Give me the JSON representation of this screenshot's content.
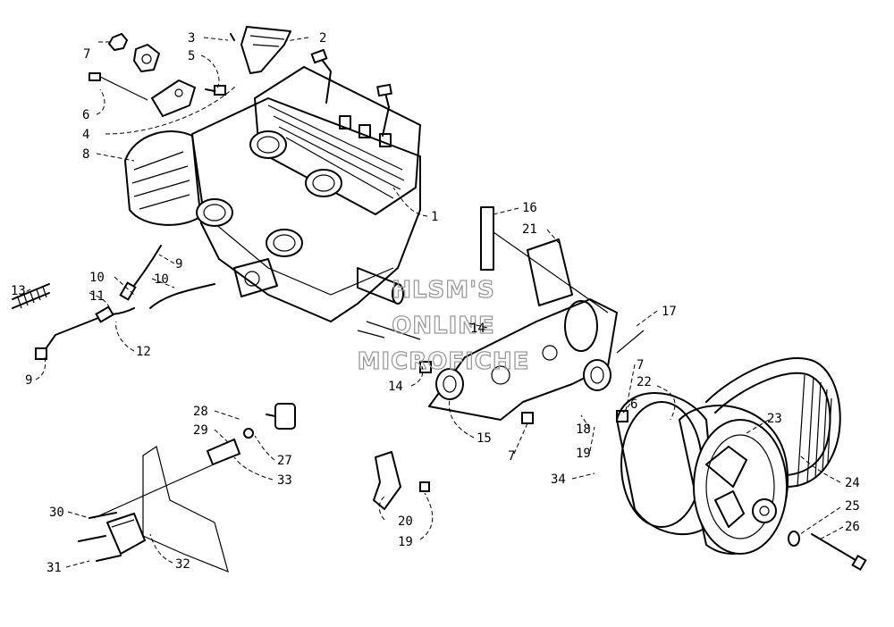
{
  "watermark": {
    "lines": [
      "HLSM'S",
      "ONLINE",
      "MICROFICHE"
    ]
  },
  "callouts": [
    {
      "id": "1",
      "label": "1"
    },
    {
      "id": "2",
      "label": "2"
    },
    {
      "id": "3",
      "label": "3"
    },
    {
      "id": "4",
      "label": "4"
    },
    {
      "id": "5",
      "label": "5"
    },
    {
      "id": "6a",
      "label": "6"
    },
    {
      "id": "6b",
      "label": "6"
    },
    {
      "id": "7a",
      "label": "7"
    },
    {
      "id": "7b",
      "label": "7"
    },
    {
      "id": "7c",
      "label": "7"
    },
    {
      "id": "8",
      "label": "8"
    },
    {
      "id": "9a",
      "label": "9"
    },
    {
      "id": "9b",
      "label": "9"
    },
    {
      "id": "10a",
      "label": "10"
    },
    {
      "id": "10b",
      "label": "10"
    },
    {
      "id": "11",
      "label": "11"
    },
    {
      "id": "12",
      "label": "12"
    },
    {
      "id": "13",
      "label": "13"
    },
    {
      "id": "14a",
      "label": "14"
    },
    {
      "id": "14b",
      "label": "14"
    },
    {
      "id": "15",
      "label": "15"
    },
    {
      "id": "16",
      "label": "16"
    },
    {
      "id": "17",
      "label": "17"
    },
    {
      "id": "18",
      "label": "18"
    },
    {
      "id": "19a",
      "label": "19"
    },
    {
      "id": "19b",
      "label": "19"
    },
    {
      "id": "20",
      "label": "20"
    },
    {
      "id": "21",
      "label": "21"
    },
    {
      "id": "22",
      "label": "22"
    },
    {
      "id": "23",
      "label": "23"
    },
    {
      "id": "24",
      "label": "24"
    },
    {
      "id": "25",
      "label": "25"
    },
    {
      "id": "26",
      "label": "26"
    },
    {
      "id": "27",
      "label": "27"
    },
    {
      "id": "28",
      "label": "28"
    },
    {
      "id": "29",
      "label": "29"
    },
    {
      "id": "30",
      "label": "30"
    },
    {
      "id": "31",
      "label": "31"
    },
    {
      "id": "32",
      "label": "32"
    },
    {
      "id": "33",
      "label": "33"
    },
    {
      "id": "34",
      "label": "34"
    }
  ]
}
